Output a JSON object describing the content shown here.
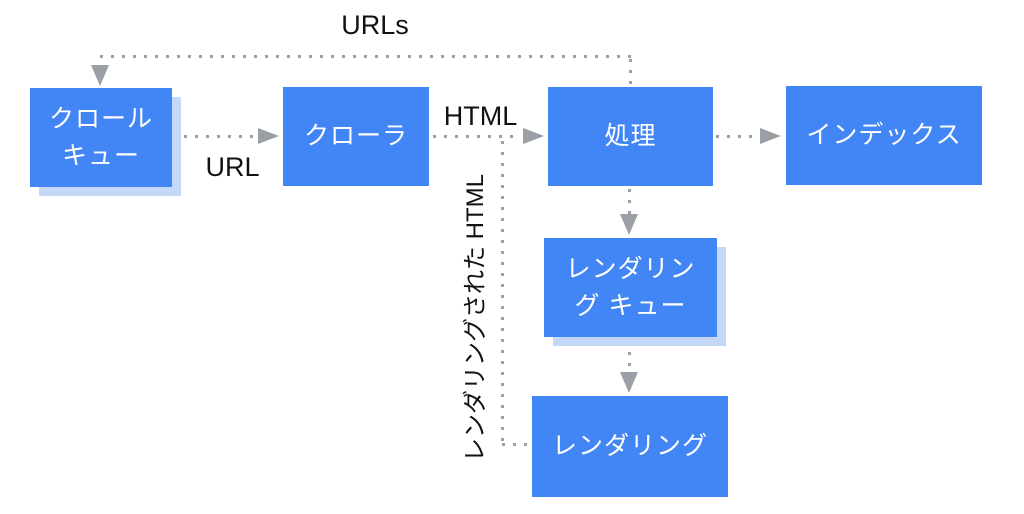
{
  "colors": {
    "background": "#ffffff",
    "node_fill": "#4285f4",
    "node_text": "#ffffff",
    "node_shadow": "#c5d8f8",
    "connector": "#9aa0a6",
    "label_text": "#111111"
  },
  "nodes": {
    "crawl_queue": {
      "label": "クロール\nキュー"
    },
    "crawler": {
      "label": "クローラ"
    },
    "processing": {
      "label": "処理"
    },
    "index": {
      "label": "インデックス"
    },
    "render_queue": {
      "label": "レンダリン\nグ キュー"
    },
    "rendering": {
      "label": "レンダリング"
    }
  },
  "edge_labels": {
    "urls": "URLs",
    "url": "URL",
    "html": "HTML",
    "rendered_html": "レンダリングされた HTML"
  }
}
